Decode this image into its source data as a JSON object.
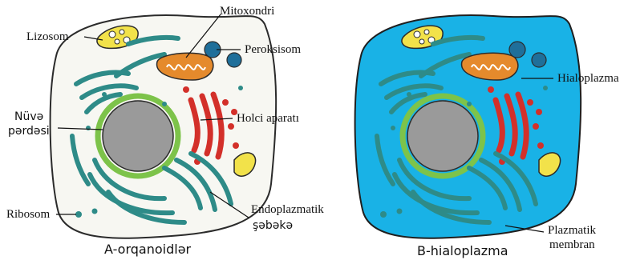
{
  "diagram": {
    "colors": {
      "outline": "#2b2b2b",
      "organoid_teal": "#2e8b88",
      "nucleus_gray": "#9a9a9a",
      "nucleus_envelope": "#7dc34a",
      "lysosome": "#f2e24a",
      "mitochondria": "#e58a2c",
      "peroxisome": "#1f6f9a",
      "golgi": "#d3302a",
      "hyaloplasm": "#19b2e6"
    },
    "labels": {
      "mitokondri": "Mitoxondri",
      "lizosom": "Lizosom",
      "peroksisom": "Peroksisom",
      "nuve": "Nüvə",
      "perdesi": "pərdəsi",
      "holci": "Holci aparatı",
      "ribosom": "Ribosom",
      "endoplazmatik": "Endoplazmatik",
      "sebeke": "şəbəkə",
      "hialoplazma": "Hialoplazma",
      "plazmatik": "Plazmatik",
      "membran": "membran"
    },
    "captions": {
      "left": "A-orqanoidlər",
      "right": "B-hialoplazma"
    }
  }
}
